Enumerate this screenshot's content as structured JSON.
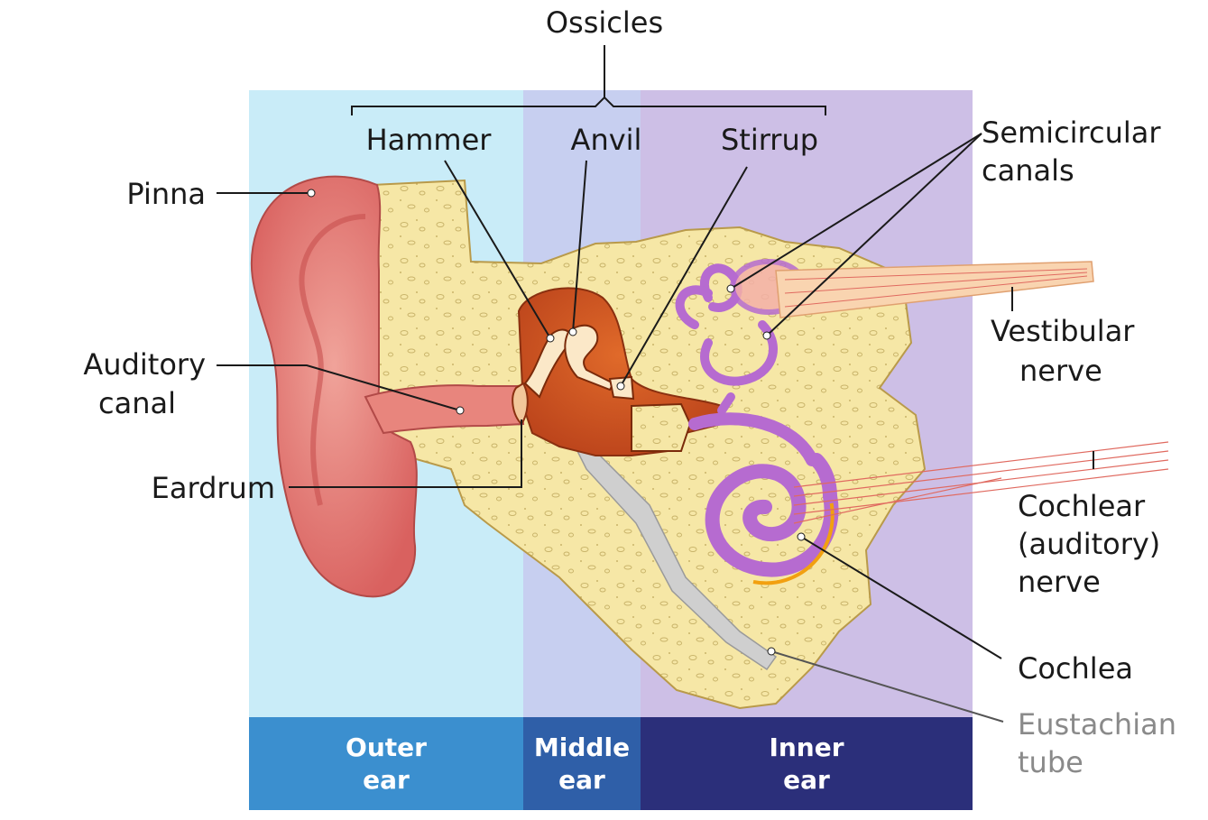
{
  "title": "",
  "labels": {
    "ossicles": "Ossicles",
    "hammer": "Hammer",
    "anvil": "Anvil",
    "stirrup": "Stirrup",
    "semicircular_1": "Semicircular",
    "semicircular_2": "canals",
    "pinna": "Pinna",
    "auditory_canal_1": "Auditory",
    "auditory_canal_2": "canal",
    "eardrum": "Eardrum",
    "vestibular_1": "Vestibular",
    "vestibular_2": "nerve",
    "cochlear_nerve_1": "Cochlear",
    "cochlear_nerve_2": "(auditory)",
    "cochlear_nerve_3": "nerve",
    "cochlea": "Cochlea",
    "eustachian_1": "Eustachian",
    "eustachian_2": "tube"
  },
  "regions": {
    "outer_1": "Outer",
    "outer_2": "ear",
    "middle_1": "Middle",
    "middle_2": "ear",
    "inner_1": "Inner",
    "inner_2": "ear"
  },
  "colors": {
    "outer_bg": "#c9ecf8",
    "middle_bg": "#c7cff0",
    "inner_bg": "#cdbfe6",
    "outer_band": "#3b8fcf",
    "middle_band": "#2f5fa8",
    "inner_band": "#2b2f7a",
    "bone": "#f6e7a6",
    "pinna": "#e27a78",
    "middle_cavity": "#c8501c",
    "labyrinth": "#b66bd0"
  }
}
